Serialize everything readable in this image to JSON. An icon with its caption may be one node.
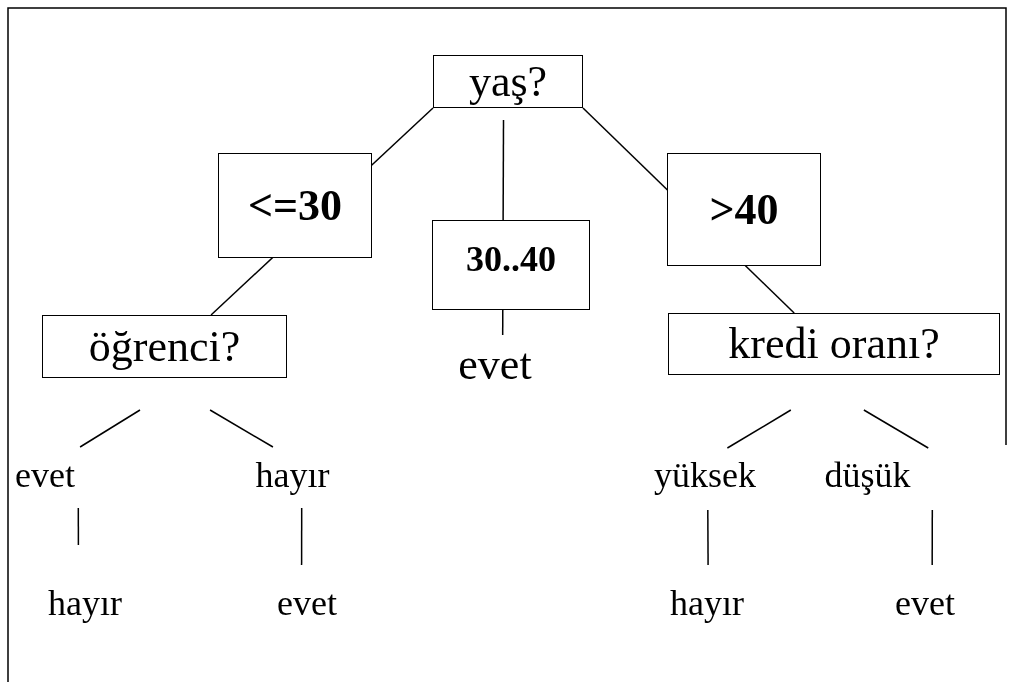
{
  "diagram": {
    "nodes": [
      {
        "text": [
          "yaş?"
        ]
      },
      {
        "text": [
          "öğrenci?"
        ]
      },
      {
        "text": [
          "evet"
        ]
      },
      {
        "text": [
          "kredi oranı?"
        ]
      },
      {
        "text": [
          "evet"
        ]
      },
      {
        "text": [
          "hayır"
        ]
      },
      {
        "text": [
          "hayır"
        ]
      },
      {
        "text": [
          "evet"
        ]
      },
      {
        "text": [
          "yüksek"
        ]
      },
      {
        "text": [
          "düşük"
        ]
      },
      {
        "text": [
          "hayır"
        ]
      },
      {
        "text": [
          "evet"
        ]
      }
    ],
    "edges": [
      {
        "from": 0,
        "to": 1,
        "arrow": "none",
        "label": "<=30"
      },
      {
        "from": 0,
        "to": 2,
        "arrow": "none",
        "label": "30..40"
      },
      {
        "from": 0,
        "to": 3,
        "arrow": "none",
        "label": ">40"
      },
      {
        "from": 1,
        "to": 4,
        "arrow": "none"
      },
      {
        "from": 1,
        "to": 5,
        "arrow": "none"
      },
      {
        "from": 4,
        "to": 6,
        "arrow": "none"
      },
      {
        "from": 5,
        "to": 7,
        "arrow": "none"
      },
      {
        "from": 3,
        "to": 8,
        "arrow": "none"
      },
      {
        "from": 3,
        "to": 9,
        "arrow": "none"
      },
      {
        "from": 8,
        "to": 10,
        "arrow": "none"
      },
      {
        "from": 9,
        "to": 11,
        "arrow": "none"
      }
    ]
  }
}
